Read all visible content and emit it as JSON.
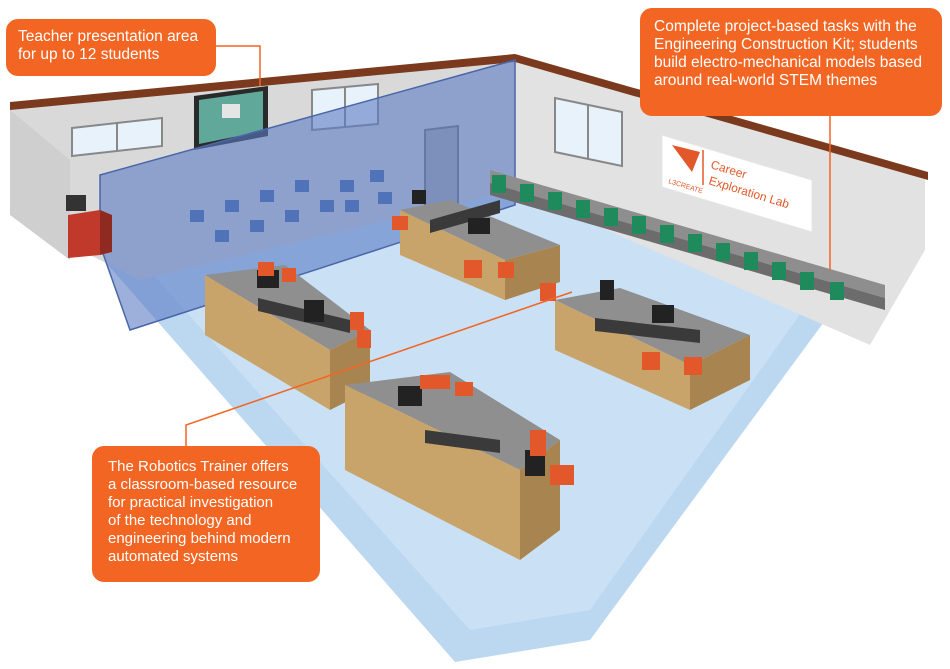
{
  "callouts": {
    "teacher": "Teacher presentation area\nfor up to 12 students",
    "kit": "Complete project-based tasks with the\nEngineering Construction Kit; students\nbuild electro-mechanical models based\naround real-world STEM themes",
    "robotics": "The Robotics Trainer offers\na classroom-based resource\nfor practical investigation\nof the technology and\nengineering behind modern\nautomated systems"
  },
  "sign": {
    "line1": "Career",
    "line2": "Exploration Lab",
    "logo": "L3CREATE"
  },
  "colors": {
    "callout": "#f26522",
    "floor": "#bcd8f0",
    "wall": "#d8d8d8",
    "wall_top": "#7b3a1e",
    "glass": "#5b7cc4",
    "desk_wood": "#c9a46a",
    "desk_top": "#9a9a9a",
    "chair_red": "#e2582a",
    "chair_green": "#1f8a5c"
  }
}
